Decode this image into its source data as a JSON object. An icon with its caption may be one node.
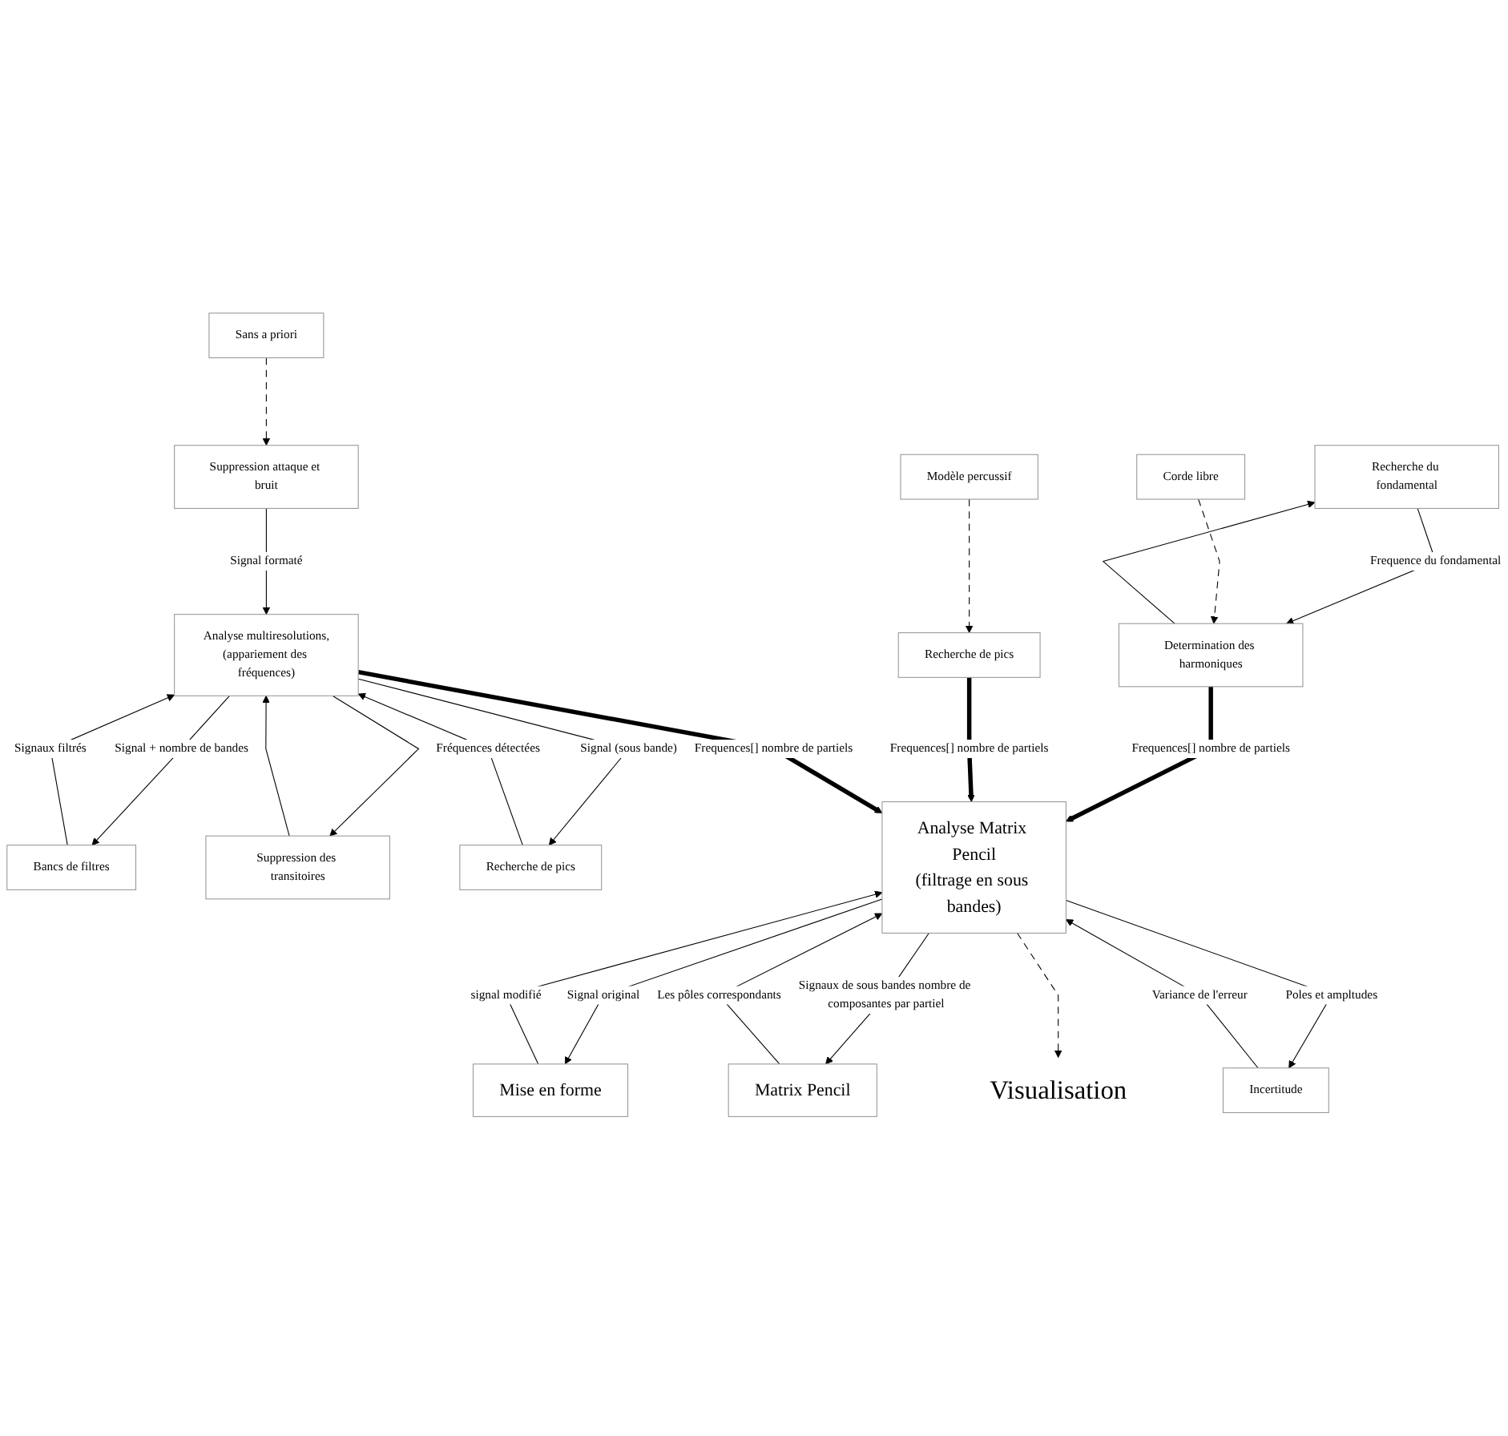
{
  "diagram": {
    "nodes": [
      {
        "text": [
          "Recherche du fondamental"
        ]
      },
      {
        "text": [
          "Corde libre"
        ]
      },
      {
        "text": [
          "Determination des harmoniques"
        ]
      },
      {
        "text": [
          "Modèle percussif"
        ]
      },
      {
        "text": [
          "Recherche de pics"
        ]
      },
      {
        "text": [
          "Sans a priori"
        ]
      },
      {
        "text": [
          "Suppression attaque et bruit"
        ]
      },
      {
        "text": [
          "Bancs de filtres"
        ]
      },
      {
        "text": [
          "Analyse multiresolutions,",
          "(appariement des fréquences)"
        ]
      },
      {
        "text": [
          "Suppression des transitoires"
        ]
      },
      {
        "text": [
          "Recherche de pics"
        ]
      },
      {
        "text": [
          "Analyse Matrix Pencil",
          "(filtrage en sous bandes)"
        ]
      },
      {
        "text": [
          "Mise en forme"
        ]
      },
      {
        "text": [
          "Matrix Pencil"
        ]
      },
      {
        "text": [
          "Visualisation"
        ]
      },
      {
        "text": [
          "Incertitude"
        ]
      }
    ],
    "edges": [
      {
        "from": 2,
        "to": 0,
        "arrow": "to"
      },
      {
        "from": 0,
        "to": 2,
        "arrow": "to",
        "label": "Frequence du fondamental"
      },
      {
        "from": 1,
        "to": 2,
        "arrow": "to",
        "style": "dashed"
      },
      {
        "from": 3,
        "to": 4,
        "arrow": "to",
        "style": "dashed"
      },
      {
        "from": 5,
        "to": 6,
        "arrow": "to",
        "style": "dashed"
      },
      {
        "from": 2,
        "to": 11,
        "arrow": "to",
        "style": "thick",
        "label": "Frequences[] nombre de partiels"
      },
      {
        "from": 4,
        "to": 11,
        "arrow": "to",
        "style": "thick",
        "label": "Frequences[] nombre de partiels"
      },
      {
        "from": 6,
        "to": 8,
        "arrow": "to",
        "label": "Signal formaté"
      },
      {
        "from": 8,
        "to": 7,
        "arrow": "to",
        "label": "Signal + nombre de bandes"
      },
      {
        "from": 7,
        "to": 8,
        "arrow": "to",
        "label": "Signaux filtrés"
      },
      {
        "from": 8,
        "to": 9,
        "arrow": "to"
      },
      {
        "from": 9,
        "to": 8,
        "arrow": "to"
      },
      {
        "from": 8,
        "to": 10,
        "arrow": "to",
        "label": "Signal (sous bande)"
      },
      {
        "from": 10,
        "to": 8,
        "arrow": "to",
        "label": "Fréquences détectées"
      },
      {
        "from": 8,
        "to": 11,
        "arrow": "to",
        "style": "thick",
        "label": "Frequences[] nombre de partiels"
      },
      {
        "from": 11,
        "to": 12,
        "arrow": "to",
        "label": "Signal original"
      },
      {
        "from": 12,
        "to": 11,
        "arrow": "to",
        "label": "signal modifié"
      },
      {
        "from": 11,
        "to": 13,
        "arrow": "to",
        "label": "Signaux de sous bandes nombre de composantes par partiel"
      },
      {
        "from": 13,
        "to": 11,
        "arrow": "to",
        "label": "Les pôles correspondants"
      },
      {
        "from": 11,
        "to": 15,
        "arrow": "to",
        "label": "Poles et ampltudes"
      },
      {
        "from": 15,
        "to": 11,
        "arrow": "to",
        "label": "Variance de l'erreur"
      },
      {
        "from": 11,
        "to": 14,
        "arrow": "to",
        "style": "dashed"
      }
    ]
  }
}
